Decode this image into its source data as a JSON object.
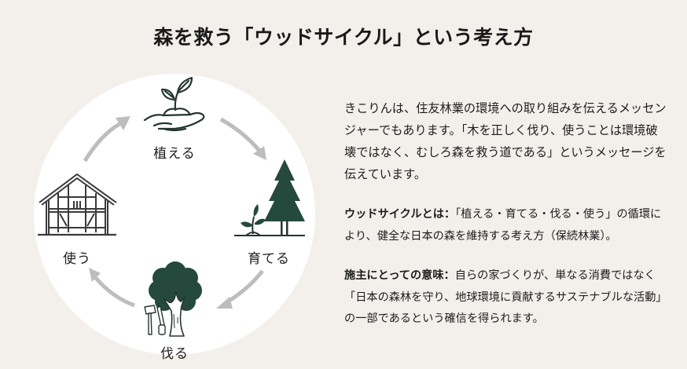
{
  "title": "森を救う「ウッドサイクル」という考え方",
  "colors": {
    "background": "#f3f0ec",
    "circle": "#ffffff",
    "icon_dark_green": "#25493d",
    "arrow_gray": "#bdbdbd",
    "text": "#1d1d1d"
  },
  "cycle": {
    "stages": [
      {
        "label": "植える",
        "icon": "hand-holding-seedling-icon"
      },
      {
        "label": "育てる",
        "icon": "tree-and-sprout-icon"
      },
      {
        "label": "伐る",
        "icon": "tree-with-axe-and-saw-icon"
      },
      {
        "label": "使う",
        "icon": "timber-frame-house-icon"
      }
    ],
    "arrows": [
      "plant-to-grow",
      "grow-to-cut",
      "cut-to-use",
      "use-to-plant"
    ]
  },
  "text": {
    "intro": "きこりんは、住友林業の環境への取り組みを伝えるメッセンジャーでもあります。「木を正しく伐り、使うことは環境破壊ではなく、むしろ森を救う道である」というメッセージを伝えています。",
    "points": [
      {
        "heading": "ウッドサイクルとは：",
        "body": "「植える・育てる・伐る・使う」の循環により、健全な日本の森を維持する考え方（保続林業）。"
      },
      {
        "heading": "施主にとっての意味：",
        "body": "自らの家づくりが、単なる消費ではなく「日本の森林を守り、地球環境に貢献するサステナブルな活動」の一部であるという確信を得られます。"
      }
    ]
  }
}
